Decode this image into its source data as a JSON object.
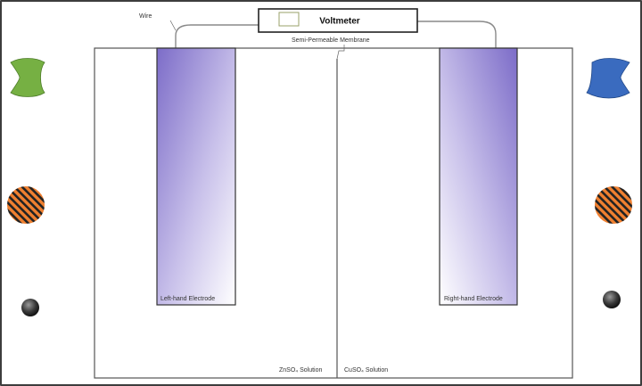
{
  "diagram": {
    "voltmeter": {
      "label": "Voltmeter"
    },
    "wire_label": "Wire",
    "membrane_label": "Semi-Permeable Membrane",
    "left_electrode_label": "Left-hand Electrode",
    "right_electrode_label": "Right-hand Electrode",
    "left_solution_label": "ZnSO₄ Solution",
    "right_solution_label": "CuSO₄ Solution"
  },
  "tokens": {
    "left_cup": {
      "icon": "cup-shape-icon",
      "color": "#76b043"
    },
    "right_cup": {
      "icon": "cup-shape-icon",
      "color": "#3a6bbf"
    },
    "left_hatched_disc": {
      "icon": "hatched-disc-icon",
      "color": "#f08030"
    },
    "right_hatched_disc": {
      "icon": "hatched-disc-icon",
      "color": "#f08030"
    },
    "left_small_ball": {
      "icon": "ball-icon",
      "color": "#3a3a3a"
    },
    "right_small_ball": {
      "icon": "ball-icon",
      "color": "#3a3a3a"
    }
  },
  "colors": {
    "electrode_fill": "#8878d0",
    "frame": "#3d3d3d",
    "wire": "#8a8a8a"
  }
}
